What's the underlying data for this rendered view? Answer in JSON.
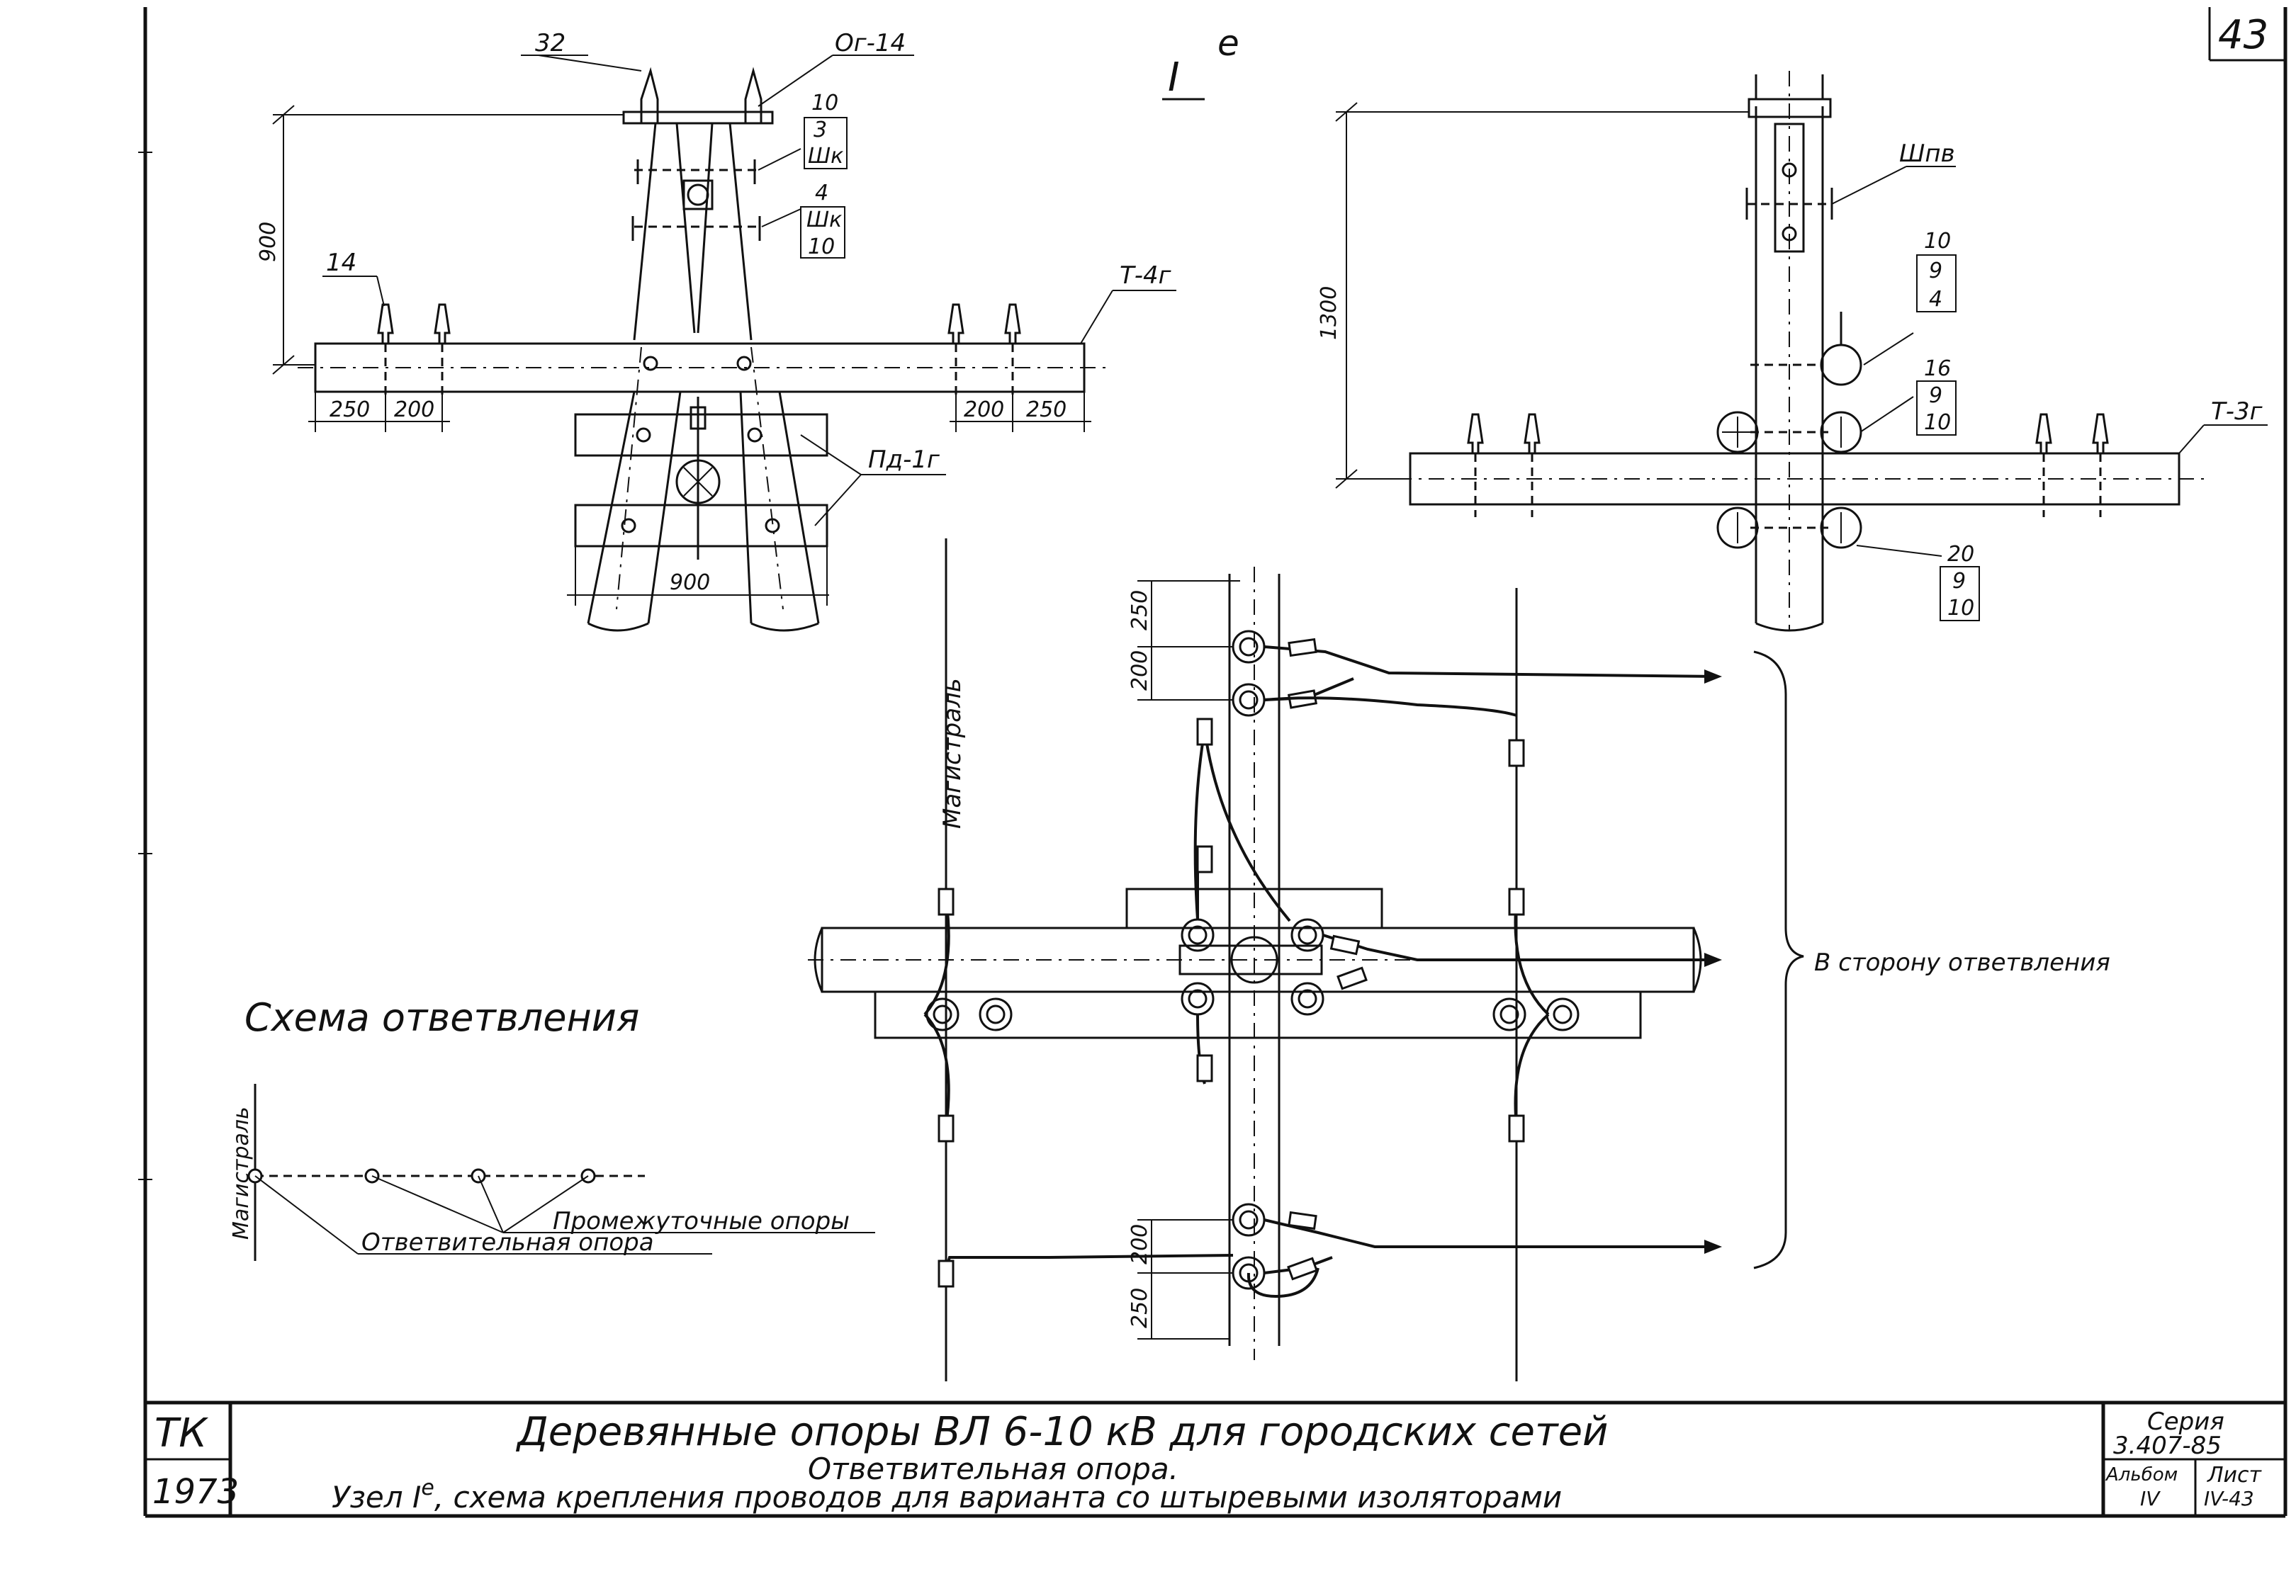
{
  "sheet_number": "43",
  "view_title": "I",
  "view_title_sup": "e",
  "top_left_view": {
    "callouts": {
      "pin": "32",
      "cap": "Ог-14",
      "pin_small": "14",
      "crossarm": "Т-4г",
      "brace": "Пд-1г",
      "bolt_a": [
        "10",
        "3",
        "Шк"
      ],
      "bolt_b": [
        "4",
        "Шк",
        "10"
      ]
    },
    "dimensions": {
      "height": "900",
      "left_a": "250",
      "left_b": "200",
      "right_a": "200",
      "right_b": "250",
      "legs": "900"
    }
  },
  "top_right_view": {
    "callouts": {
      "top": "Шпв",
      "crossarm": "Т-3г",
      "c1": [
        "10",
        "9",
        "4"
      ],
      "c2": [
        "16",
        "9",
        "10"
      ],
      "c3": [
        "20",
        "9",
        "10"
      ]
    },
    "dimensions": {
      "height": "1300"
    }
  },
  "main_view": {
    "mainline_label": "Магистраль",
    "branch_direction_label": "В сторону ответвления",
    "dimensions": {
      "top_a": "250",
      "top_b": "200",
      "bottom_a": "200",
      "bottom_b": "250"
    }
  },
  "scheme": {
    "title": "Схема ответвления",
    "mainline": "Магистраль",
    "intermediate_label": "Промежуточные опоры",
    "branch_pole_label": "Ответвительная опора"
  },
  "title_block": {
    "org": "ТК",
    "year": "1973",
    "title": "Деревянные опоры ВЛ 6-10 кВ для городских сетей",
    "subtitle": "Ответвительная опора.",
    "description": "Узел I",
    "description_sup": "е",
    "description_rest": ", схема крепления проводов для варианта со штыревыми изоляторами",
    "series_label": "Серия",
    "series_value": "3.407-85",
    "album_label": "Альбом",
    "album_value": "IV",
    "sheet_label": "Лист",
    "sheet_value": "IV-43"
  }
}
